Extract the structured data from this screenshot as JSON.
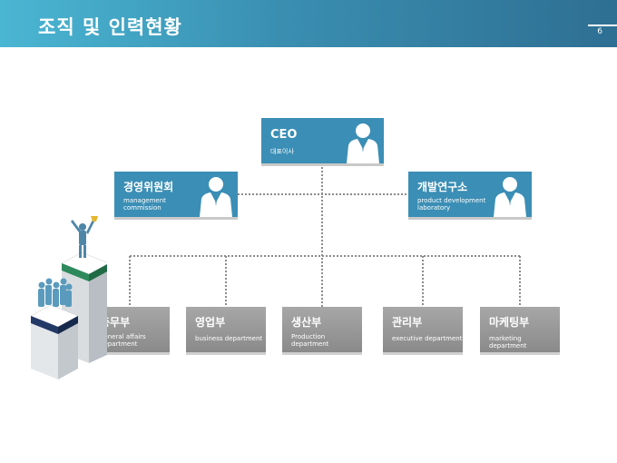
{
  "header": {
    "title": "조직 및 인력현황",
    "page_number": "6"
  },
  "org": {
    "ceo": {
      "title": "CEO",
      "subtitle": "대표이사"
    },
    "left_unit": {
      "title": "경영위원회",
      "subtitle": "management\ncommission"
    },
    "right_unit": {
      "title": "개발연구소",
      "subtitle": "product development\nlaboratory"
    },
    "departments": [
      {
        "title": "총무부",
        "subtitle": "general affairs\ndepartment"
      },
      {
        "title": "영업부",
        "subtitle": "business department"
      },
      {
        "title": "생산부",
        "subtitle": "Production\ndepartment"
      },
      {
        "title": "관리부",
        "subtitle": "executive department"
      },
      {
        "title": "마케팅부",
        "subtitle": "marketing department"
      }
    ]
  },
  "colors": {
    "header": "#3a8fb1",
    "unit_box": "#3b8eb5",
    "dept_box": "#999999",
    "connector": "#8c8c8c"
  }
}
